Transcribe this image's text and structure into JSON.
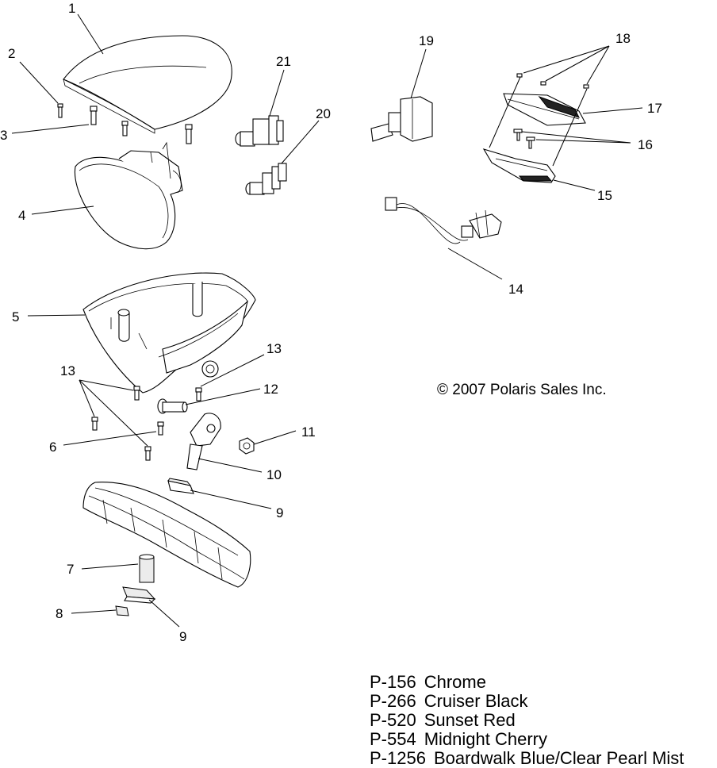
{
  "callouts": {
    "c1": "1",
    "c2": "2",
    "c3": "3",
    "c4": "4",
    "c5": "5",
    "c6": "6",
    "c7": "7",
    "c8": "8",
    "c9a": "9",
    "c9b": "9",
    "c10": "10",
    "c11": "11",
    "c12": "12",
    "c13a": "13",
    "c13b": "13",
    "c14": "14",
    "c15": "15",
    "c16": "16",
    "c17": "17",
    "c18": "18",
    "c19": "19",
    "c20": "20",
    "c21": "21"
  },
  "copyright": "© 2007 Polaris Sales Inc.",
  "legend": [
    {
      "code": "P-156",
      "name": "Chrome"
    },
    {
      "code": "P-266",
      "name": "Cruiser Black"
    },
    {
      "code": "P-520",
      "name": "Sunset Red"
    },
    {
      "code": "P-554",
      "name": "Midnight Cherry"
    },
    {
      "code": "P-1256",
      "name": "Boardwalk Blue/Clear Pearl Mist"
    }
  ]
}
